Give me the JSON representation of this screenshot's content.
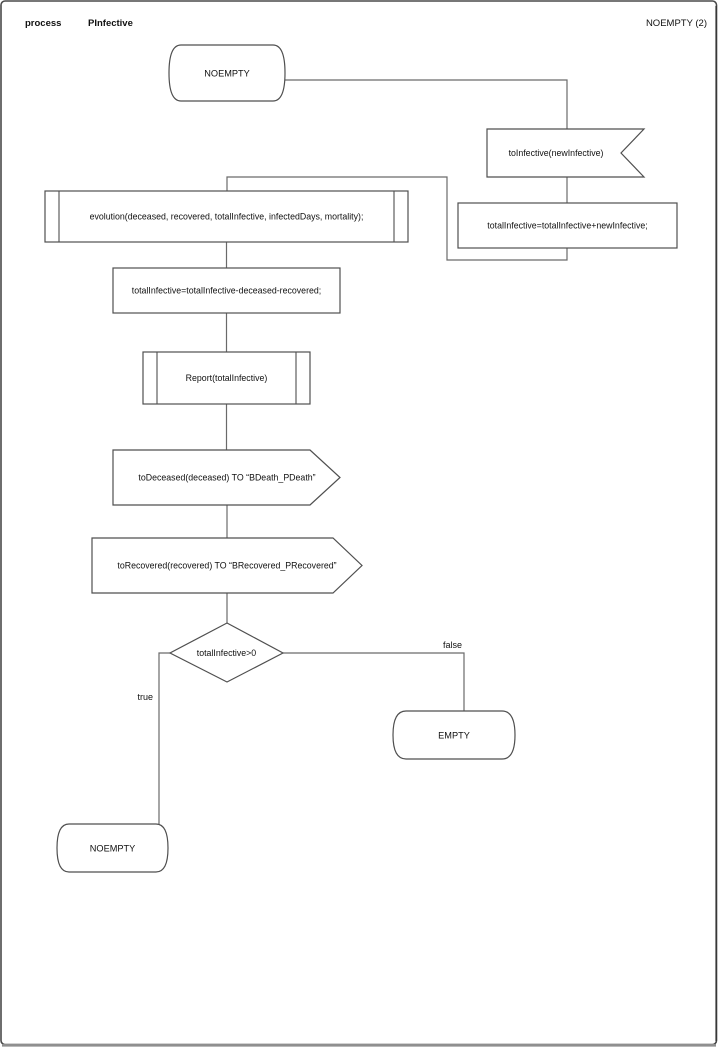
{
  "header": {
    "keyword": "process",
    "process_name": "PInfective",
    "diagram_name": "NOEMPTY (2)"
  },
  "colors": {
    "shape_stroke": "#4f4f4f",
    "connector": "#6a6a6a",
    "frame": "#4a4a4a",
    "text": "#111111",
    "background": "#ffffff"
  },
  "nodes": {
    "state_start": {
      "kind": "state",
      "label": "NOEMPTY"
    },
    "input_toinfective": {
      "kind": "input-signal",
      "label": "toInfective(newInfective)"
    },
    "task_add": {
      "kind": "task",
      "label": "totalInfective=totalInfective+newInfective;"
    },
    "proc_evolution": {
      "kind": "procedure-call",
      "label": "evolution(deceased, recovered, totalInfective, infectedDays, mortality);"
    },
    "task_subtract": {
      "kind": "task",
      "label": "totalInfective=totalInfective-deceased-recovered;"
    },
    "proc_report": {
      "kind": "procedure-call",
      "label": "Report(totalInfective)"
    },
    "output_todeceased": {
      "kind": "output-signal",
      "label": "toDeceased(deceased) TO “BDeath_PDeath”"
    },
    "output_torecovered": {
      "kind": "output-signal",
      "label": "toRecovered(recovered) TO “BRecovered_PRecovered”"
    },
    "decision_totalinfective": {
      "kind": "decision",
      "label": "totalInfective>0"
    },
    "state_empty": {
      "kind": "state",
      "label": "EMPTY"
    },
    "state_noempty_end": {
      "kind": "state",
      "label": "NOEMPTY"
    }
  },
  "edges": {
    "true_label": "true",
    "false_label": "false"
  }
}
